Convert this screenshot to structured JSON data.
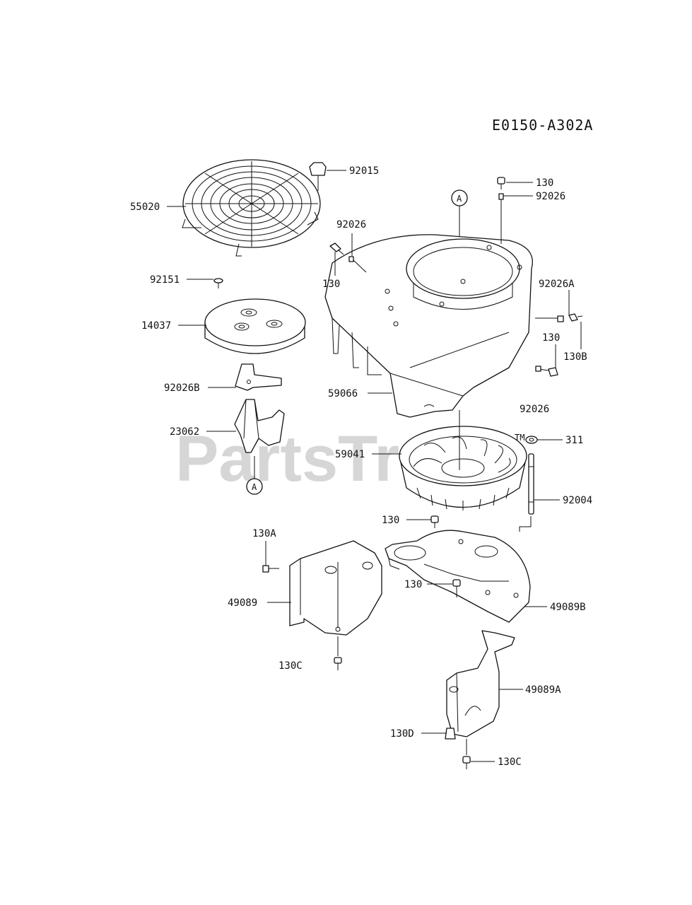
{
  "diagram_code": "E0150-A302A",
  "watermark": {
    "text": "PartsTree",
    "trademark": "TM"
  },
  "reference_marker": "A",
  "labels": {
    "p92015": "92015",
    "p55020": "55020",
    "p92151": "92151",
    "p14037": "14037",
    "p92026b": "92026B",
    "p23062": "23062",
    "p130_top": "130",
    "p92026_top": "92026",
    "p92026_mid": "92026",
    "p130_left": "130",
    "p92026a": "92026A",
    "p130_right": "130",
    "p130b": "130B",
    "p59066": "59066",
    "p92026_low": "92026",
    "p311": "311",
    "p59041": "59041",
    "p92004": "92004",
    "p130_fan": "130",
    "p130a": "130A",
    "p49089": "49089",
    "p130_plate": "130",
    "p49089b": "49089B",
    "p130c_left": "130C",
    "p49089a": "49089A",
    "p130d": "130D",
    "p130c_bottom": "130C"
  }
}
